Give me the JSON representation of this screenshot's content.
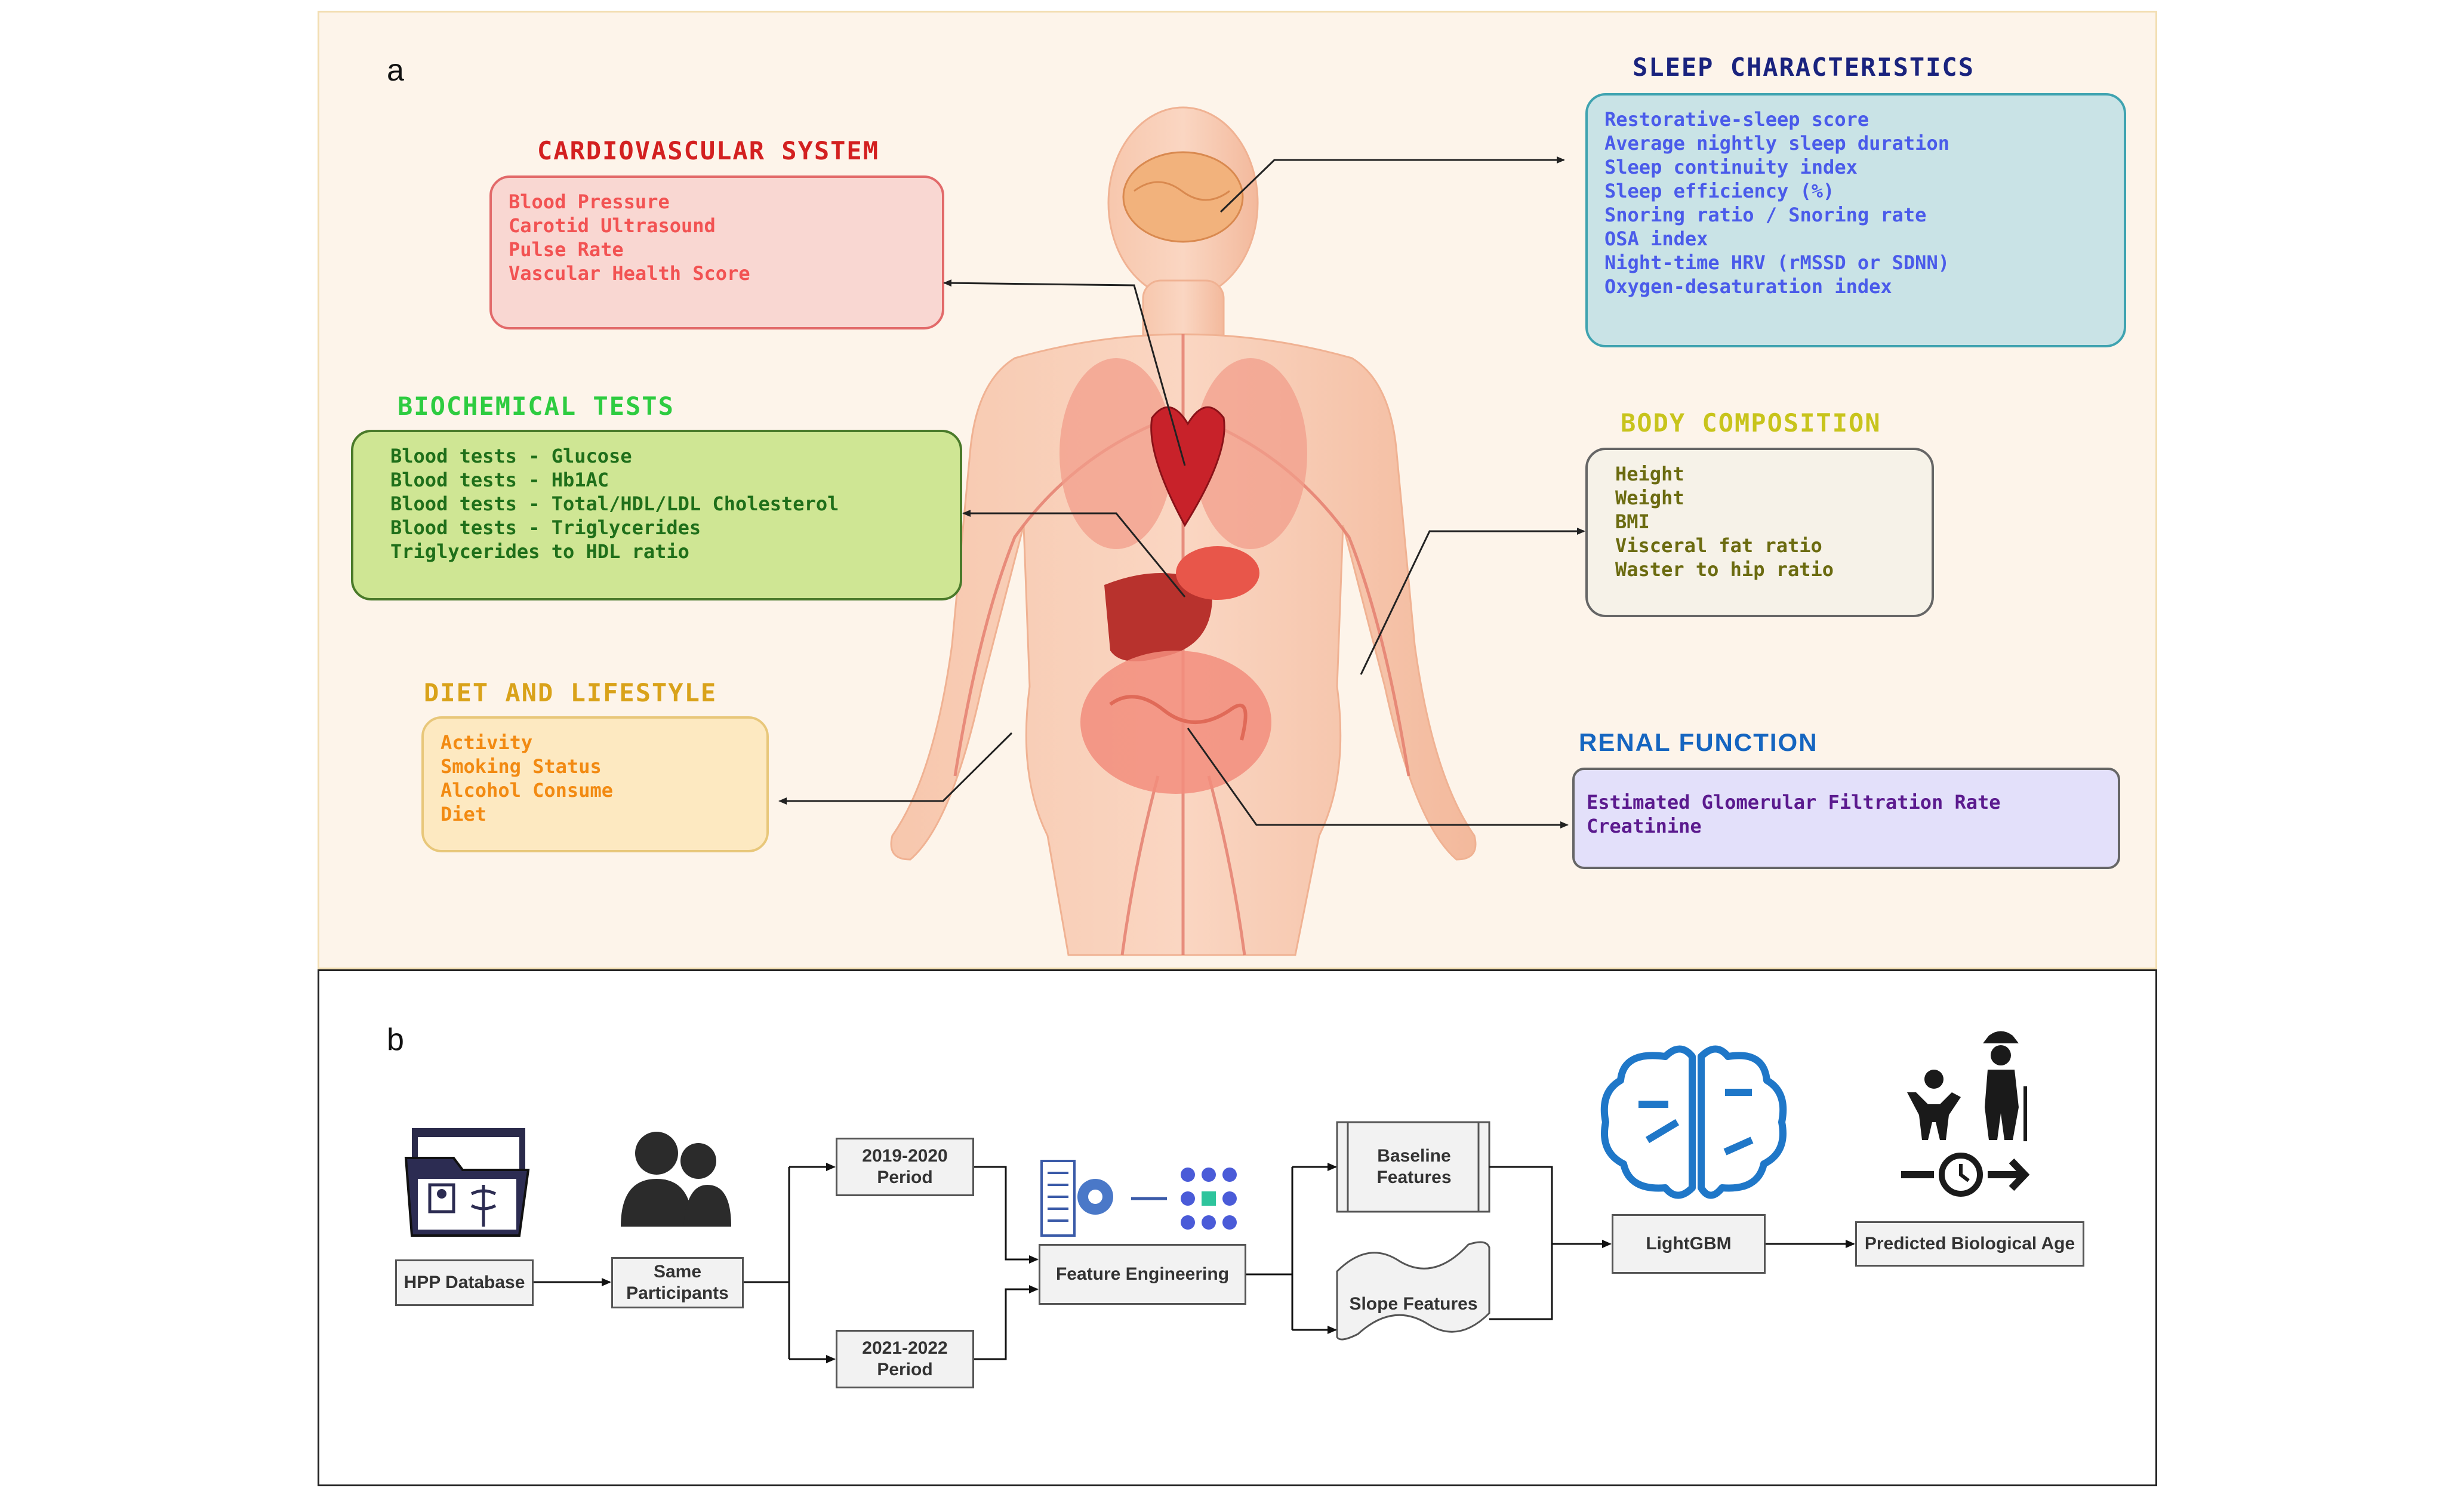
{
  "panel_a": {
    "letter": "a",
    "categories": [
      {
        "key": "sleep",
        "title": "SLEEP CHARACTERISTICS",
        "title_color": "#1a237e",
        "box_bg": "#c9e3e6",
        "box_border": "#3fa3b0",
        "text_color": "#4a5bea",
        "items": [
          "Restorative-sleep score",
          "Average nightly sleep duration",
          "Sleep continuity index",
          "Sleep efficiency (%)",
          "Snoring ratio  /  Snoring rate",
          "OSA index",
          "Night-time HRV (rMSSD or SDNN)",
          "Oxygen-desaturation index"
        ]
      },
      {
        "key": "cardio",
        "title": "CARDIOVASCULAR SYSTEM",
        "title_color": "#d32020",
        "box_bg": "#f9d7d2",
        "box_border": "#e26a6a",
        "text_color": "#f25353",
        "items": [
          "Blood Pressure",
          "Carotid Ultrasound",
          "Pulse Rate",
          "Vascular Health Score"
        ]
      },
      {
        "key": "biochem",
        "title": "BIOCHEMICAL TESTS",
        "title_color": "#2ecc40",
        "box_bg": "#cfe694",
        "box_border": "#4a7a2a",
        "text_color": "#1f6f1a",
        "items": [
          "Blood tests - Glucose",
          "Blood tests - Hb1AC",
          "Blood tests - Total/HDL/LDL Cholesterol",
          "Blood tests - Triglycerides",
          "Triglycerides to HDL ratio"
        ]
      },
      {
        "key": "body",
        "title": "BODY COMPOSITION",
        "title_color": "#c8c41c",
        "box_bg": "#f6f2e8",
        "box_border": "#666666",
        "text_color": "#6b6b10",
        "items": [
          "Height",
          "Weight",
          "BMI",
          "Visceral fat ratio",
          "Waster to hip ratio"
        ]
      },
      {
        "key": "diet",
        "title": "DIET AND LIFESTYLE",
        "title_color": "#d9a21a",
        "box_bg": "#fde9c1",
        "box_border": "#e8c77a",
        "text_color": "#f28a12",
        "items": [
          "Activity",
          "Smoking Status",
          "Alcohol Consume",
          "Diet"
        ]
      },
      {
        "key": "renal",
        "title": "RENAL FUNCTION",
        "title_color": "#1565c0",
        "box_bg": "#e3e0fa",
        "box_border": "#666666",
        "text_color": "#5b1a8e",
        "items": [
          "Estimated Glomerular Filtration Rate",
          "Creatinine"
        ]
      }
    ]
  },
  "panel_b": {
    "letter": "b",
    "nodes": {
      "hpp": "HPP Database",
      "same": "Same Participants",
      "p1": "2019-2020 Period",
      "p2": "2021-2022 Period",
      "fe": "Feature Engineering",
      "baseline": "Baseline Features",
      "slope": "Slope Features",
      "lgbm": "LightGBM",
      "pred": "Predicted Biological Age"
    },
    "icons": [
      "medical-folder-icon",
      "people-icon",
      "feature-engineering-icon",
      "brain-circuit-icon",
      "age-progression-icon"
    ]
  }
}
